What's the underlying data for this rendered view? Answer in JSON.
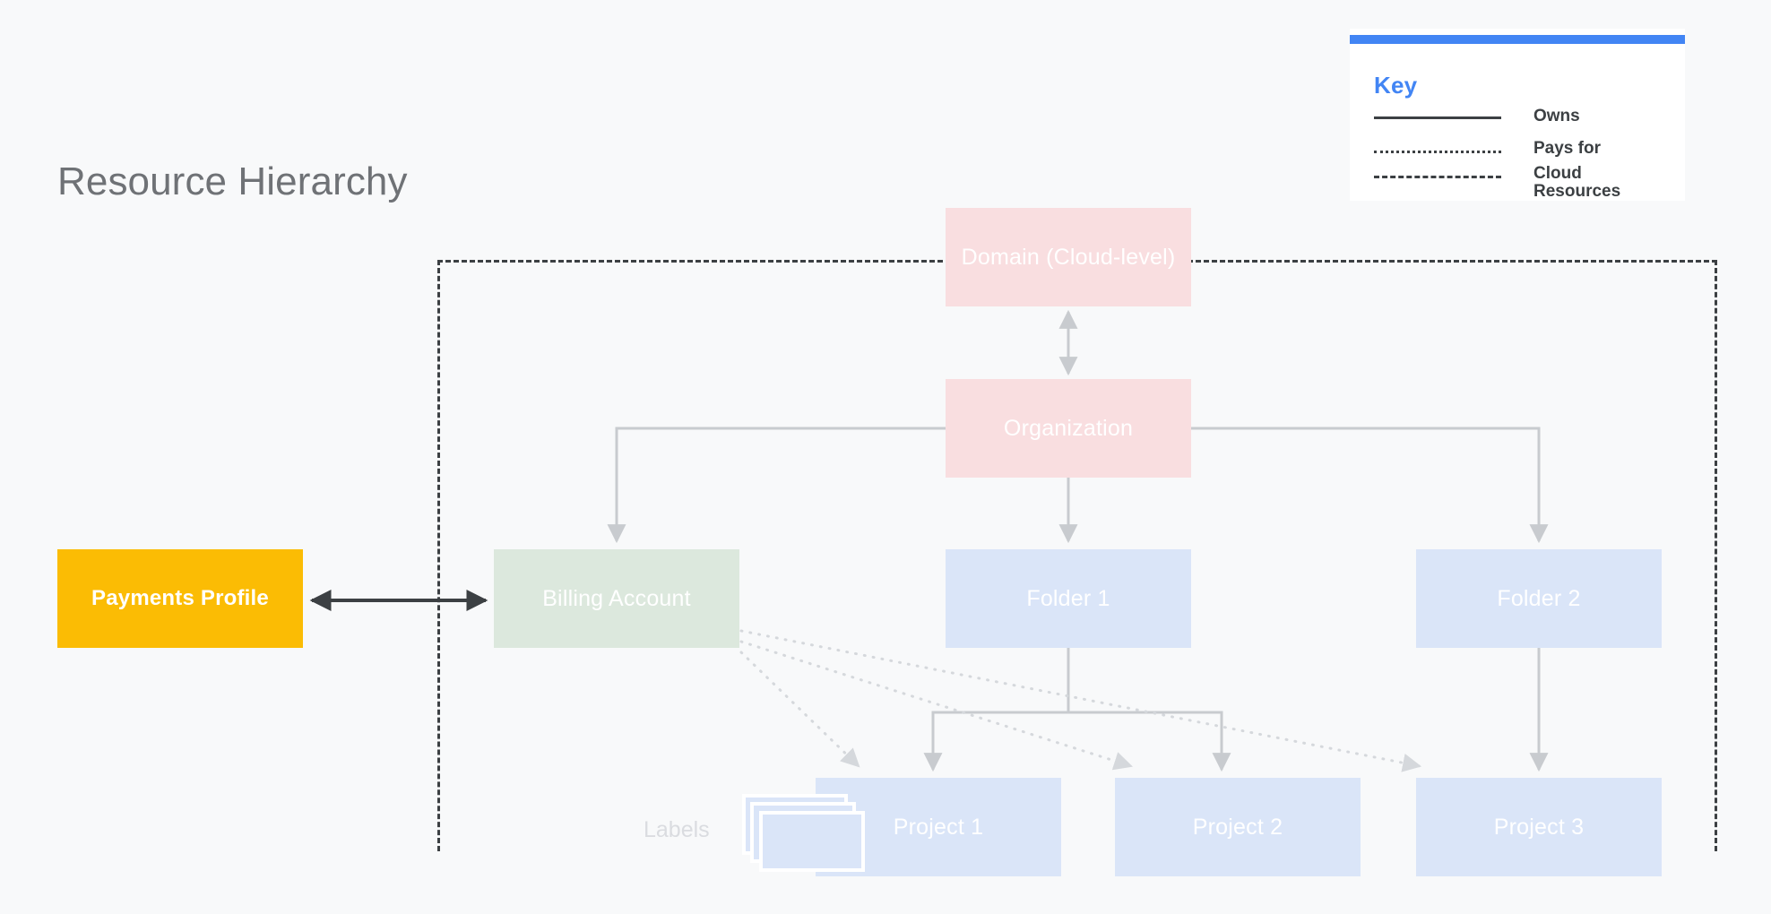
{
  "page": {
    "title": "Resource Hierarchy",
    "background_color": "#f8f9fa",
    "title_color": "#6f7276"
  },
  "key": {
    "title": "Key",
    "accent_color": "#4285f4",
    "items": [
      {
        "style": "solid",
        "label": "Owns"
      },
      {
        "style": "dotted",
        "label": "Pays for"
      },
      {
        "style": "dashed",
        "label": "Cloud Resources"
      }
    ]
  },
  "diagram": {
    "boundary_label": "Cloud Resources",
    "labels_caption": "Labels",
    "colors": {
      "pink": "#f9dee0",
      "green": "#dce8dd",
      "blue": "#dae5f8",
      "amber": "#fbbc04",
      "edge": "#c8cbcf",
      "dotted_edge": "#d5d8dc",
      "strong_edge": "#3c4043"
    },
    "nodes": [
      {
        "id": "domain",
        "label": "Domain (Cloud-level)",
        "color": "pink"
      },
      {
        "id": "organization",
        "label": "Organization",
        "color": "pink"
      },
      {
        "id": "billing",
        "label": "Billing Account",
        "color": "green"
      },
      {
        "id": "folder1",
        "label": "Folder 1",
        "color": "blue"
      },
      {
        "id": "folder2",
        "label": "Folder 2",
        "color": "blue"
      },
      {
        "id": "project1",
        "label": "Project 1",
        "color": "blue"
      },
      {
        "id": "project2",
        "label": "Project 2",
        "color": "blue"
      },
      {
        "id": "project3",
        "label": "Project 3",
        "color": "blue"
      },
      {
        "id": "payments",
        "label": "Payments Profile",
        "color": "amber"
      }
    ],
    "edges": [
      {
        "from": "domain",
        "to": "organization",
        "kind": "owns",
        "bidirectional": true
      },
      {
        "from": "organization",
        "to": "billing",
        "kind": "owns"
      },
      {
        "from": "organization",
        "to": "folder1",
        "kind": "owns"
      },
      {
        "from": "organization",
        "to": "folder2",
        "kind": "owns"
      },
      {
        "from": "folder1",
        "to": "project1",
        "kind": "owns"
      },
      {
        "from": "folder1",
        "to": "project2",
        "kind": "owns"
      },
      {
        "from": "folder2",
        "to": "project3",
        "kind": "owns"
      },
      {
        "from": "billing",
        "to": "project1",
        "kind": "pays-for"
      },
      {
        "from": "billing",
        "to": "project2",
        "kind": "pays-for"
      },
      {
        "from": "billing",
        "to": "project3",
        "kind": "pays-for"
      },
      {
        "from": "payments",
        "to": "billing",
        "kind": "link",
        "bidirectional": true
      }
    ]
  }
}
